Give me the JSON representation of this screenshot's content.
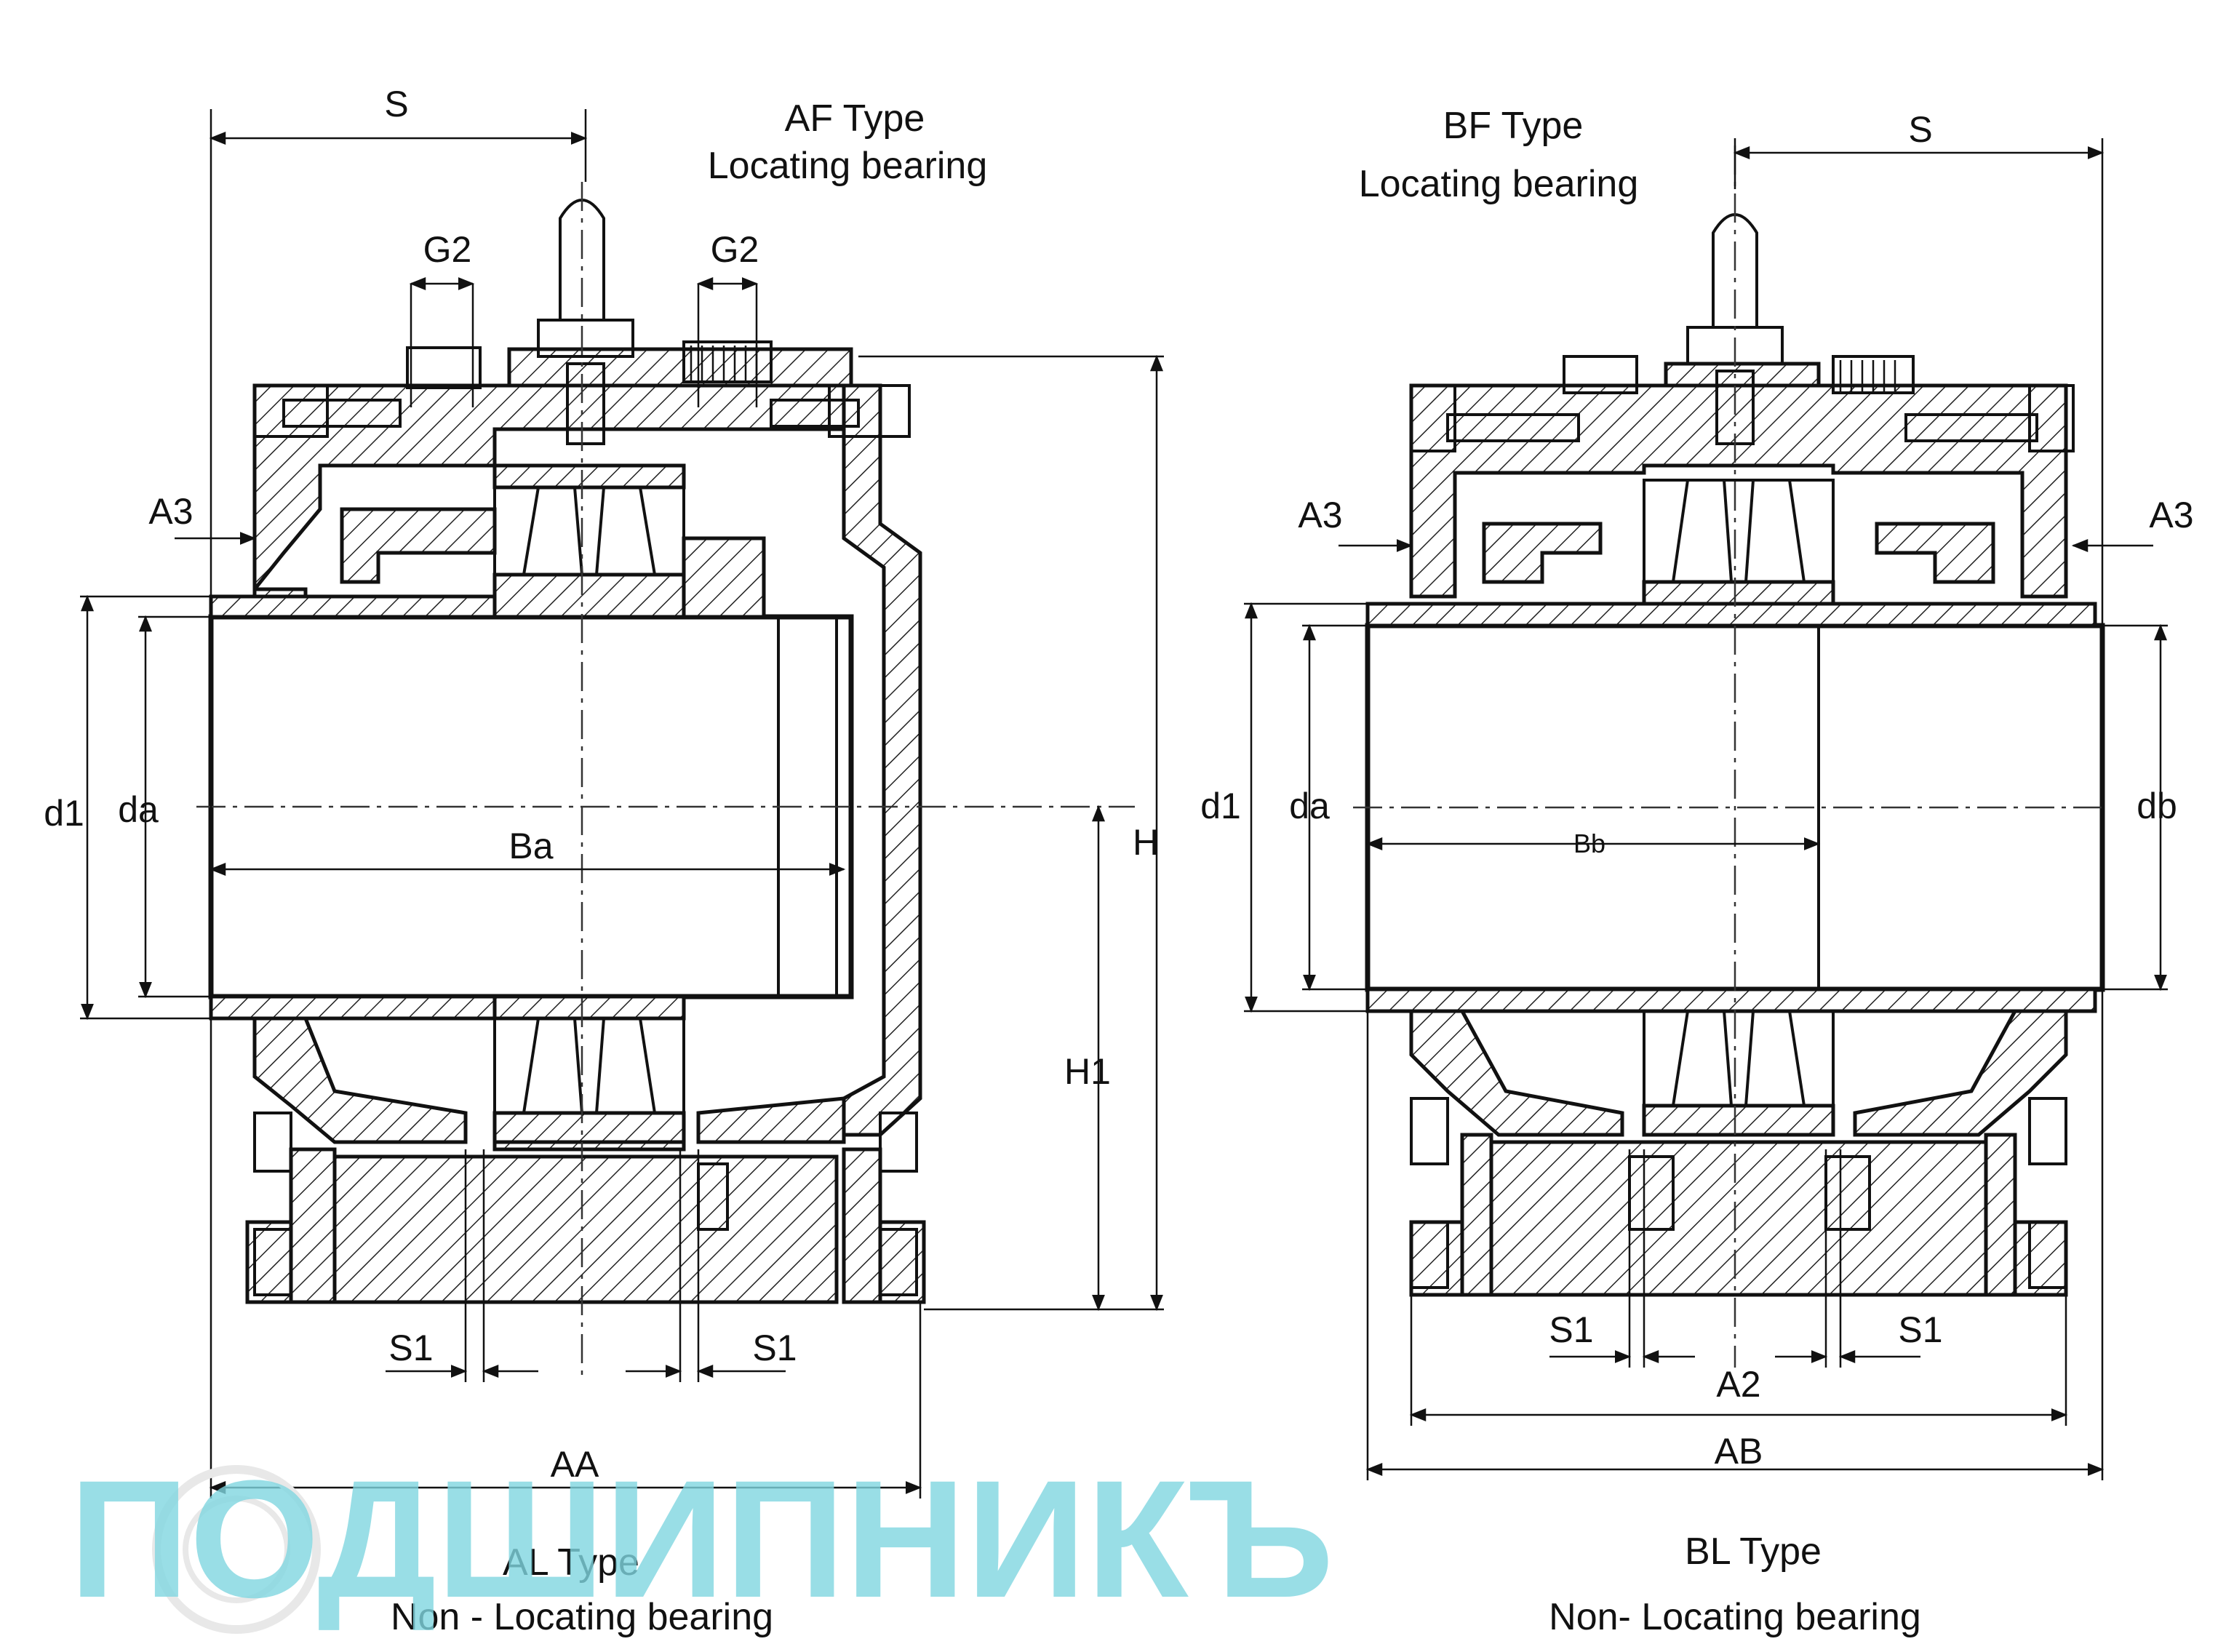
{
  "watermark": {
    "text": "ПОДШИПНИКЪ",
    "color": "#7fd6e0"
  },
  "left_view": {
    "top_title": "AF Type",
    "top_subtitle": "Locating bearing",
    "bottom_title": "AL Type",
    "bottom_subtitle": "Non - Locating bearing",
    "dims": {
      "S": "S",
      "G2_left": "G2",
      "G2_right": "G2",
      "A3": "A3",
      "d1": "d1",
      "da": "da",
      "Ba": "Ba",
      "H": "H",
      "H1": "H1",
      "S1_left": "S1",
      "S1_right": "S1",
      "AA": "AA"
    }
  },
  "right_view": {
    "top_title": "BF Type",
    "top_subtitle": "Locating bearing",
    "bottom_title": "BL Type",
    "bottom_subtitle": "Non- Locating bearing",
    "dims": {
      "S": "S",
      "A3_left": "A3",
      "A3_right": "A3",
      "d1": "d1",
      "da": "da",
      "Bb": "Bb",
      "db": "db",
      "S1_left": "S1",
      "S1_right": "S1",
      "A2": "A2",
      "AB": "AB"
    }
  }
}
